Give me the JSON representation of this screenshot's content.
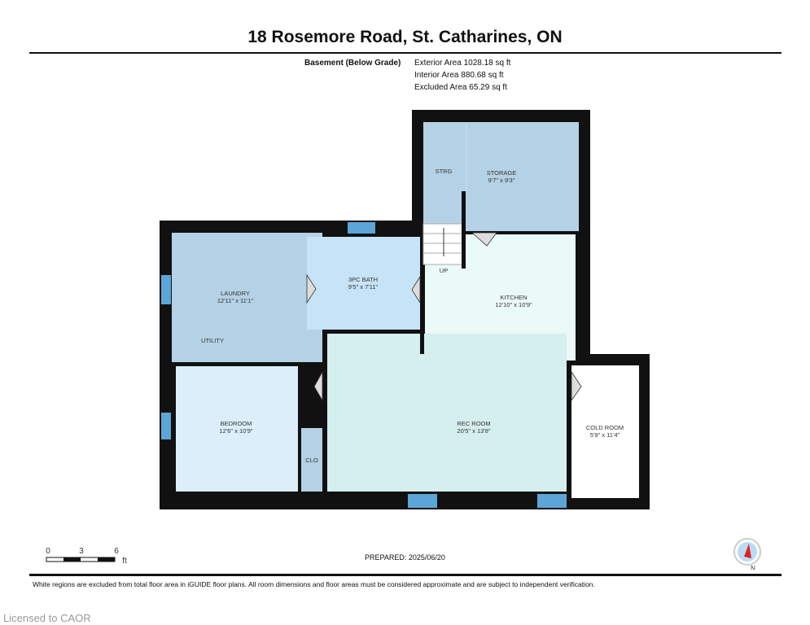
{
  "header": {
    "title": "18 Rosemore Road, St. Catharines, ON",
    "floor": "Basement (Below Grade)",
    "exterior_area": "Exterior Area 1028.18 sq ft",
    "interior_area": "Interior Area 880.68 sq ft",
    "excluded_area": "Excluded Area 65.29 sq ft"
  },
  "rooms": {
    "storage": {
      "name": "STORAGE",
      "dims": "9'7\" x 9'3\""
    },
    "strg": {
      "name": "STRG"
    },
    "bath": {
      "name": "3PC BATH",
      "dims": "9'5\" x 7'11\""
    },
    "laundry": {
      "name": "LAUNDRY",
      "dims": "12'11\" x 11'1\""
    },
    "utility": {
      "name": "UTILITY"
    },
    "kitchen": {
      "name": "KITCHEN",
      "dims": "12'10\" x 10'9\""
    },
    "up": {
      "name": "UP"
    },
    "bedroom": {
      "name": "BEDROOM",
      "dims": "12'6\" x 10'9\""
    },
    "clo": {
      "name": "CLO"
    },
    "rec": {
      "name": "REC ROOM",
      "dims": "20'5\" x 13'8\""
    },
    "cold": {
      "name": "COLD ROOM",
      "dims": "5'9\" x 11'4\""
    }
  },
  "scale": {
    "t0": "0",
    "t3": "3",
    "t6": "6",
    "unit": "ft"
  },
  "compass": {
    "label": "N"
  },
  "footer": {
    "prepared": "PREPARED: 2025/06/20",
    "disclaimer": "White regions are excluded from total floor area in iGUIDE floor plans. All room dimensions and floor areas must be considered approximate and are subject to independent verification.",
    "licensed": "Licensed to CAOR"
  }
}
